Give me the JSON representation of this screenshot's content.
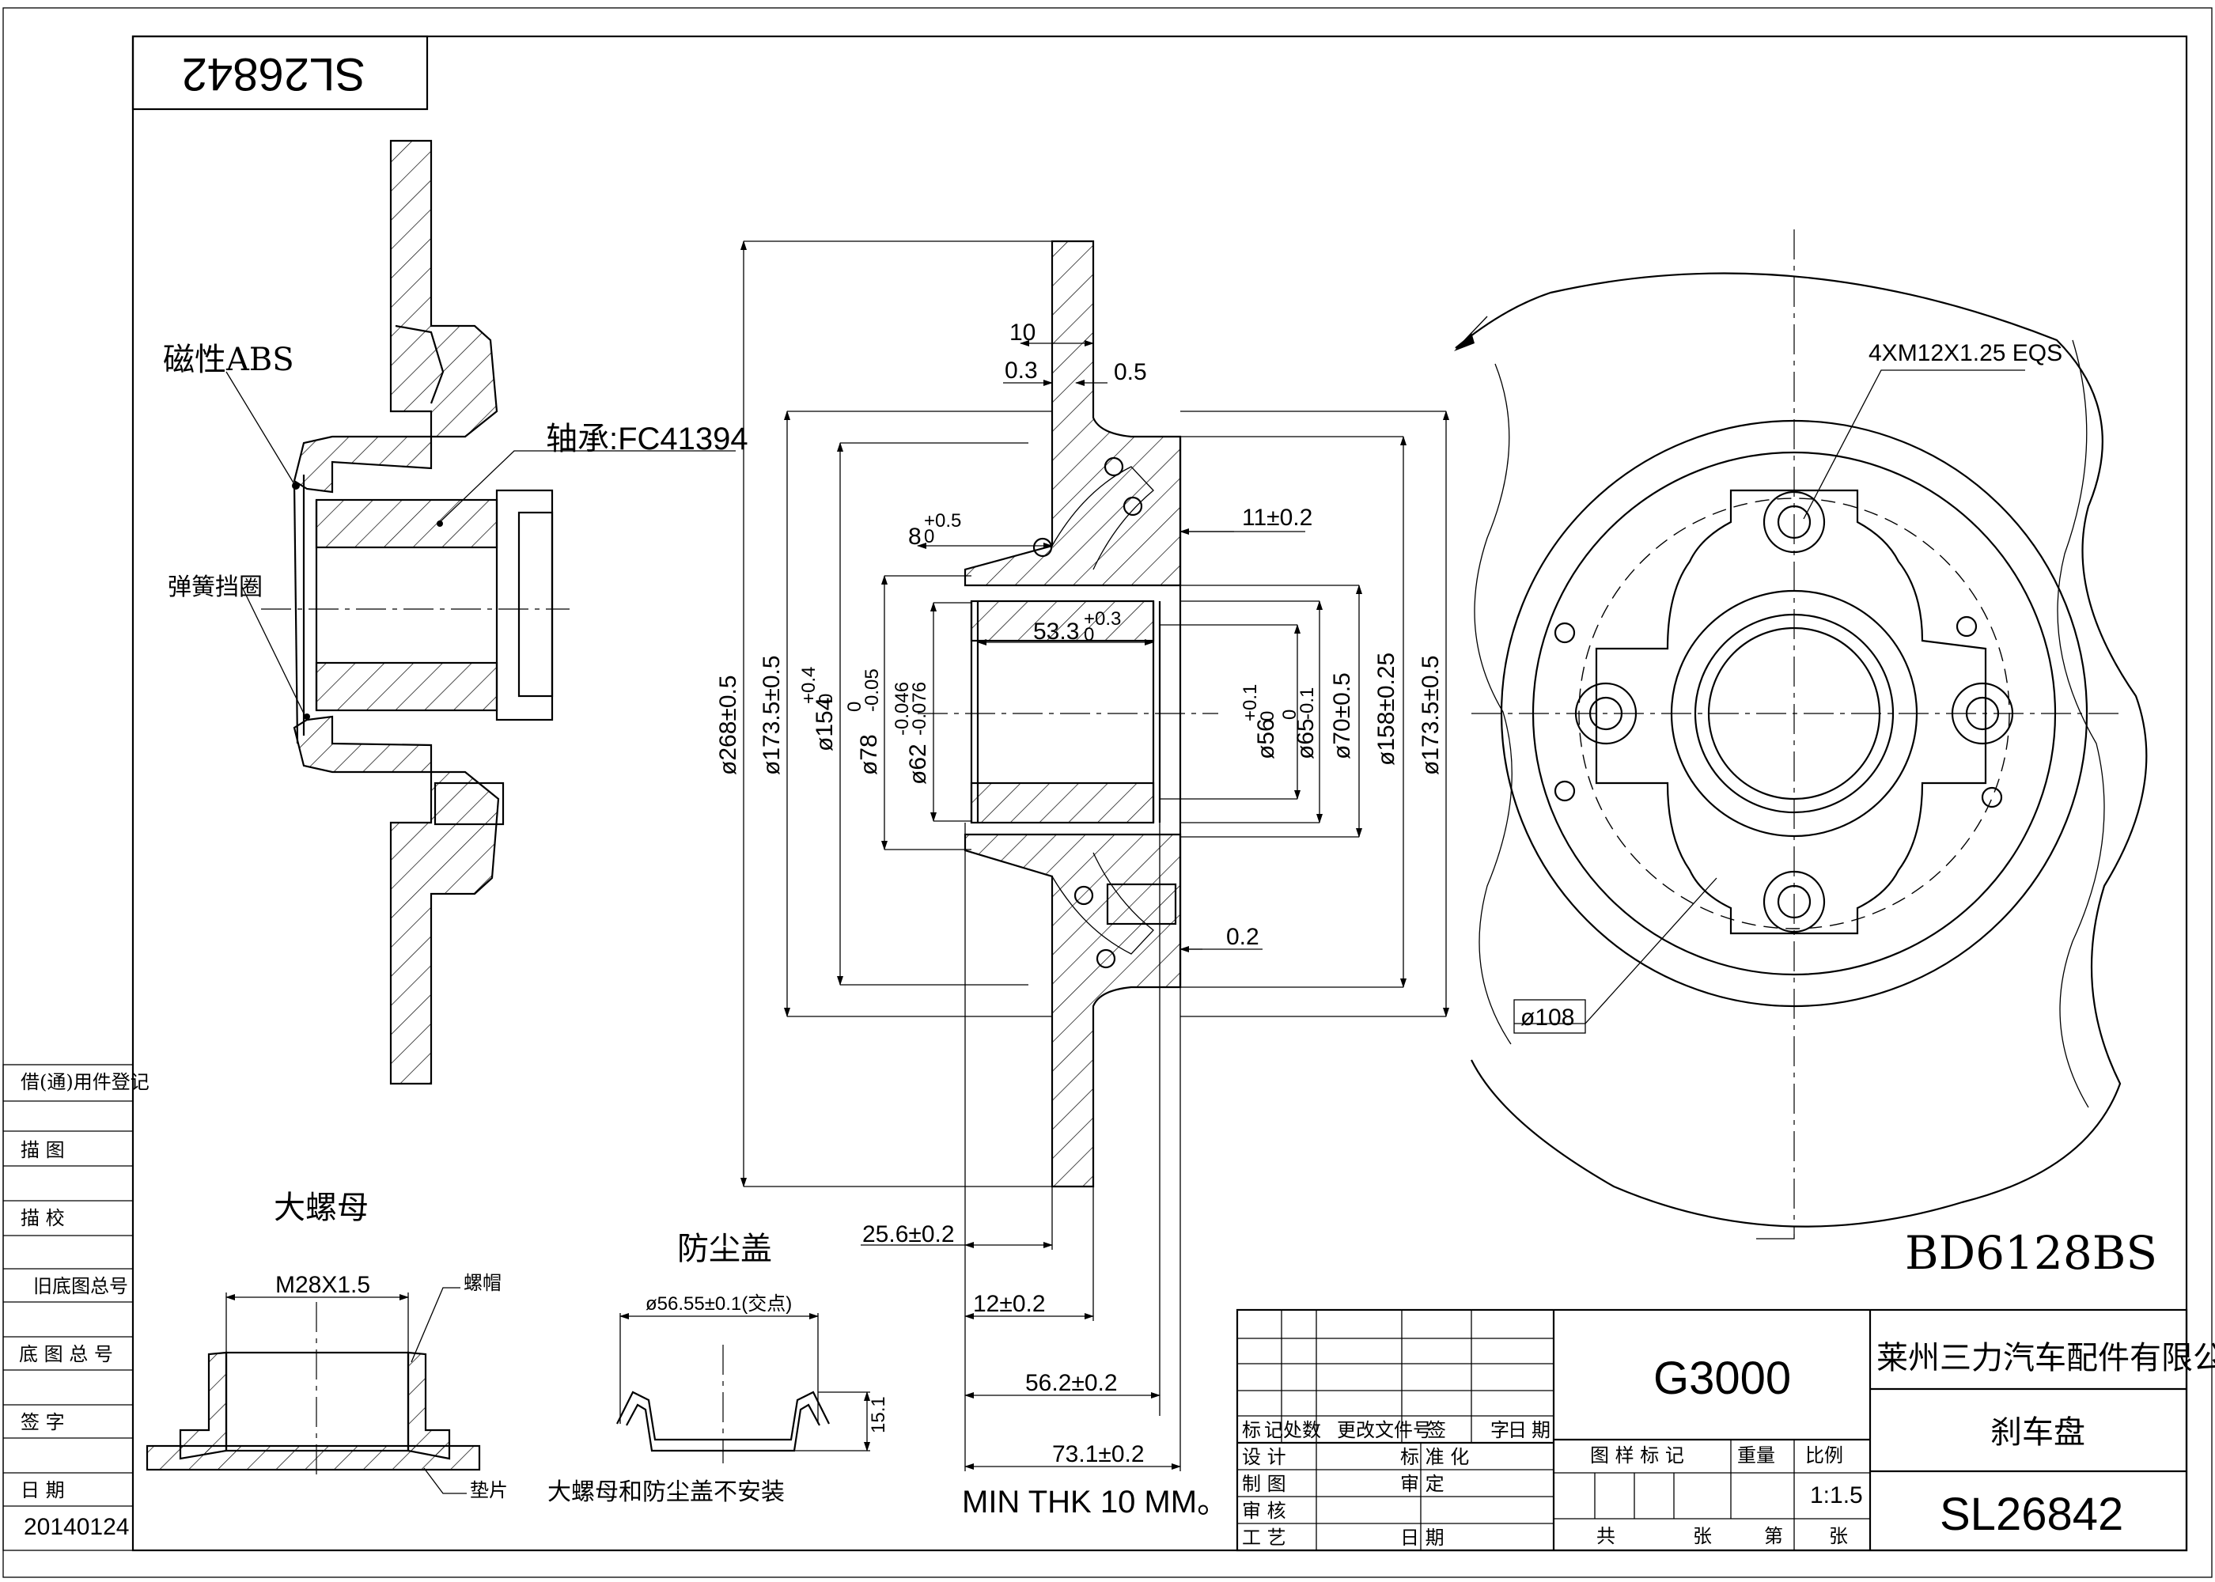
{
  "drawing": {
    "mirrored_code": "SL26842",
    "model": "BD6128BS",
    "min_thickness": "MIN THK 10 MM。",
    "parts_note": "大螺母和防尘盖不安装"
  },
  "left_view": {
    "abs_label": "磁性ABS",
    "bearing_label": "轴承:FC41394",
    "ring_label": "弹簧挡圈"
  },
  "section_dims": {
    "d268": "ø268±0.5",
    "d1735_left": "ø173.5±0.5",
    "d154": "ø154",
    "d154_tol": "+0.4",
    "d154_tol2": "0",
    "d78": "ø78",
    "d78_tol": "0",
    "d78_tol2": "-0.05",
    "d62": "ø62",
    "d62_tol": "-0.046",
    "d62_tol2": "-0.076",
    "d56": "ø56",
    "d56_tol": "+0.1",
    "d56_tol2": "0",
    "d65": "ø65",
    "d65_tol": "0",
    "d65_tol2": "-0.1",
    "d70": "ø70±0.5",
    "d158": "ø158±0.25",
    "d1735_right": "ø173.5±0.5",
    "w10": "10",
    "w03": "0.3",
    "w05": "0.5",
    "w8": "8",
    "w8_tol": "+0.5",
    "w8_tol2": "0",
    "w11": "11±0.2",
    "w533": "53.3",
    "w533_tol": "+0.3",
    "w533_tol2": "0",
    "w02": "0.2",
    "l256": "25.6±0.2",
    "l12": "12±0.2",
    "l562": "56.2±0.2",
    "l731": "73.1±0.2"
  },
  "front_view": {
    "bolt_label": "4XM12X1.25 EQS",
    "pcd_label": "ø108"
  },
  "nut": {
    "title": "大螺母",
    "thread": "M28X1.5",
    "cap_label": "螺帽",
    "washer_label": "垫片"
  },
  "dust_cap": {
    "title": "防尘盖",
    "diameter": "ø56.55±0.1(交点)",
    "height": "15.1"
  },
  "side_strip": {
    "items": [
      "借(通)用件登记",
      "描        图",
      "描        校",
      "旧底图总号",
      "底  图  总  号",
      "签        字",
      "日        期"
    ],
    "date": "20140124"
  },
  "title_block": {
    "revision_headers": [
      "标",
      "记",
      "处数",
      "更改文件号",
      "签",
      "字",
      "日",
      "期"
    ],
    "roles": [
      "设    计",
      "制    图",
      "审    核",
      "工    艺"
    ],
    "roles2": [
      "标 准 化",
      "审    定",
      "日    期"
    ],
    "material": "G3000",
    "company": "莱州三力汽车配件有限公司",
    "part_name": "刹车盘",
    "drawing_no": "SL26842",
    "sample_mark": "图 样 标 记",
    "weight": "重量",
    "scale_label": "比例",
    "scale": "1:1.5",
    "total": "共",
    "sheets": "张",
    "sheet_no": "第",
    "sheet": "张"
  }
}
